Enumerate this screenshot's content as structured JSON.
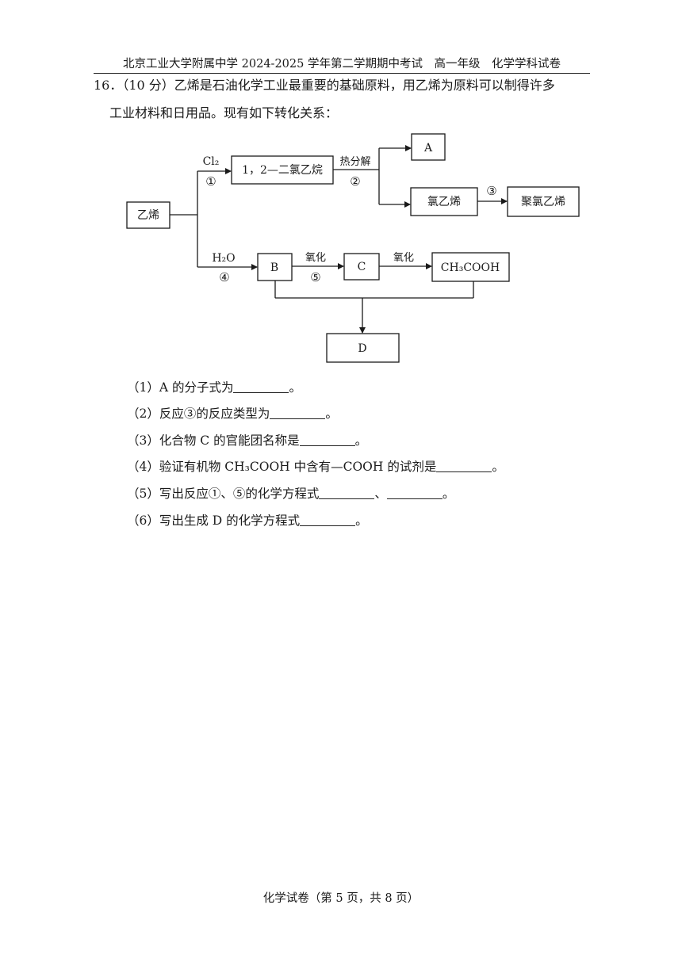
{
  "header": "北京工业大学附属中学 2024-2025 学年第二学期期中考试　高一年级　化学学科试卷",
  "question": {
    "line1": "16．（10 分）乙烯是石油化学工业最重要的基础原料，用乙烯为原料可以制得许多",
    "line2": "工业材料和日用品。现有如下转化关系："
  },
  "diagram": {
    "nodes": {
      "ethylene": "乙烯",
      "dce": "1，2—二氯乙烷",
      "A": "A",
      "vinyl_chloride": "氯乙烯",
      "pvc": "聚氯乙烯",
      "B": "B",
      "C": "C",
      "acetic_acid": "CH₃COOH",
      "D": "D"
    },
    "edges": {
      "cl2": "Cl₂",
      "step1": "①",
      "pyrolysis": "热分解",
      "step2": "②",
      "step3": "③",
      "h2o": "H₂O",
      "step4": "④",
      "oxidation1": "氧化",
      "step5": "⑤",
      "oxidation2": "氧化"
    }
  },
  "subquestions": {
    "q1_pre": "（1）A 的分子式为",
    "q1_post": "。",
    "q2_pre": "（2）反应③的反应类型为",
    "q2_post": "。",
    "q3_pre": "（3）化合物 C 的官能团名称是",
    "q3_post": "。",
    "q4_pre": "（4）验证有机物 CH₃COOH 中含有—COOH 的试剂是",
    "q4_post": "。",
    "q5_pre": "（5）写出反应①、⑤的化学方程式",
    "q5_mid": "、",
    "q5_post": "。",
    "q6_pre": "（6）写出生成 D 的化学方程式",
    "q6_post": "。"
  },
  "footer": "化学试卷（第 5 页，共 8 页）"
}
